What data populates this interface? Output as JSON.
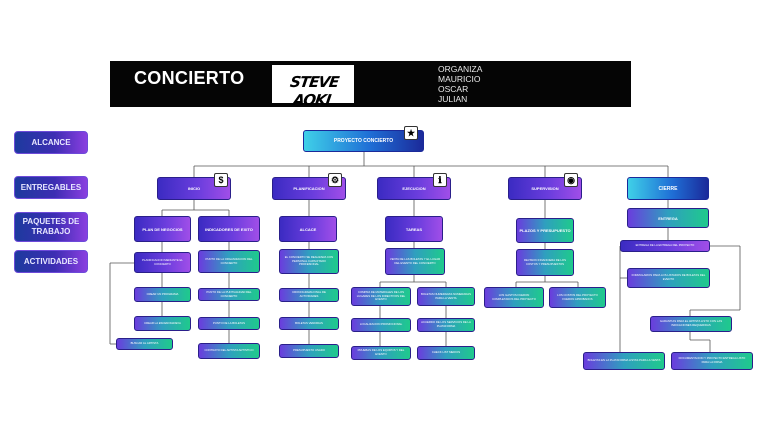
{
  "header": {
    "title": "CONCIERTO",
    "logo_text": "STEVE AOKI",
    "organizers": [
      "ORGANIZA",
      "MAURICIO",
      "OSCAR",
      "JULIAN"
    ]
  },
  "legend": {
    "alcance": "ALCANCE",
    "entregables": "ENTREGABLES",
    "paquetes": "PAQUETES DE TRABAJO",
    "actividades": "ACTIVIDADES"
  },
  "root": {
    "label": "PROYECTO CONCIERTO"
  },
  "phases": {
    "inicio": "INICIO",
    "planificacion": "PLANIFICACION",
    "ejecucion": "EJECUCION",
    "supervision": "SUPERVISION",
    "cierre": "CIERRE"
  },
  "packages": {
    "plan_negocios": "PLAN DE NEGOCIOS",
    "indicadores": "INDICADORES DE EXITO",
    "alcance": "ALCACE",
    "tareas": "TAREAS",
    "plazos": "PLAZOS Y PRESUPUESTO",
    "entrega": "ENTREGA"
  },
  "activities": {
    "a1": "PLANIFICACION MEDIANTE EL CONCIERTO",
    "a2": "CREAR UN PROGRAMA",
    "a3": "CREAR LA ESCENOGRAFIA",
    "a4": "BUSCAR AL ARTISTA",
    "b1": "PUNTO DE LA ORGANIZACION DEL CONCIERTO",
    "b2": "PUNTO DE LA PUNTUALIDAD DEL CONCIERTO",
    "b3": "PUNTO DE LA BOLETAS",
    "b4": "CONTRATO DEL ARTISTA ARTISTICO",
    "c1": "EL CONCIERTO SE REALIZARA CON PERSONAL CAPACITADO PROFESIONAL",
    "c2": "CRONOGRAMA FINAL DE ACTIVIDADES",
    "c3": "BOLETAS VENDIDAS",
    "c4": "PRESUPUESTO USADO",
    "d1": "VENTA DE LAS BOLETAS Y EL LUGAR DEL EVENTO DEL CONCIERTO",
    "d2": "COMPRA DE MATERIALES DE LOS LUGARES DE LOS DIRECTIVOS DEL EVENTO",
    "d3": "BOLETAS NUMERADAS NUMERADAS PARA LA VENTA",
    "d4": "LOCALIZACION PROMOCIONAL",
    "d5": "ACUERDO DE LOS SERVICIOS DE LA PLATAFORMA",
    "d6": "PRUEBAS DE LOS EQUIPOS Y DEL EVENTO",
    "d7": "CHECK LIST MEDIOS",
    "e1": "REVISION FINANCIERA DE LOS COSTOS Y PRESUPUESTOS",
    "e2": "LOS GASTOS FUERON COMPLETADOS DEL PROYECTO",
    "e3": "LOS COSTOS DEL PROYECTO FUERON APROBADOS",
    "f1": "ENTREGA DE LA ENTREGA DEL PROYECTO",
    "f2": "FORMULARIOS PARA LOS LISTADOS DE BOLETAS DEL EVENTO",
    "f3": "GARANTIAS PARA EL ARTISTA LISTO CON LAS INDICACIONES REQUERIDAS",
    "f4": "BOLETAS EN LA PLATAFORMA LISTAS PARA LA VENTA",
    "f5": "DOCUMENTACION Y PROYECTO ENTREGA LISTO PARA LA FIRMA"
  },
  "icons": {
    "root": "star-icon",
    "inicio": "dollar-icon",
    "planificacion": "gear-icon",
    "ejecucion": "info-icon",
    "supervision": "globe-icon"
  }
}
